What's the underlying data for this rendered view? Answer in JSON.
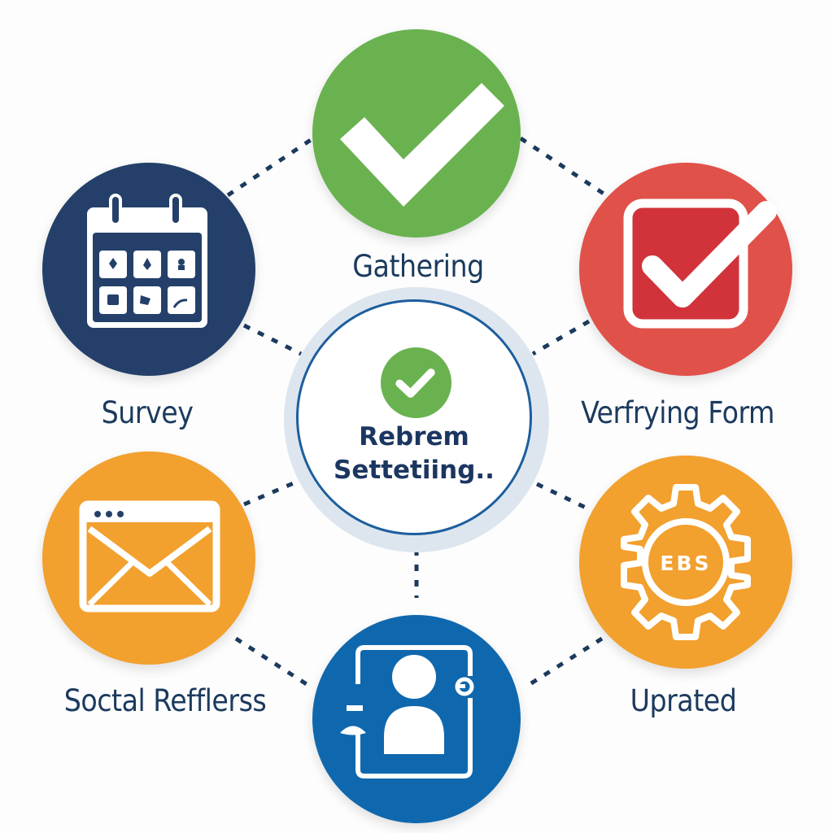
{
  "diagram": {
    "type": "hub-and-spoke",
    "colors": {
      "connector": "#1c3a5e",
      "label_text": "#1c3a5e",
      "green": "#6ab250",
      "navy": "#24406a",
      "red": "#e0514a",
      "red_inner": "#d2333b",
      "orange": "#f2a02e",
      "blue": "#0f68ae",
      "center_ring": "#1d5e9e"
    },
    "center": {
      "title_line1": "Rebrem",
      "title_line2": "Settetiing..",
      "icon": "check-circle-icon"
    },
    "nodes": [
      {
        "id": "gathering",
        "label": "Gathering",
        "icon": "checkmark-icon",
        "color": "#6ab250",
        "position": "top"
      },
      {
        "id": "verifying",
        "label": "Verfrying Form",
        "icon": "checkbox-checked-icon",
        "color": "#e0514a",
        "position": "top-right"
      },
      {
        "id": "uprated",
        "label": "Uprated",
        "icon": "gear-icon",
        "icon_text": "EBS",
        "color": "#f2a02e",
        "position": "bottom-right"
      },
      {
        "id": "profile",
        "label": "",
        "icon": "user-profile-icon",
        "color": "#0f68ae",
        "position": "bottom"
      },
      {
        "id": "social",
        "label": "Soctal Refflerss",
        "icon": "email-window-icon",
        "color": "#f2a02e",
        "position": "bottom-left"
      },
      {
        "id": "survey",
        "label": "Survey",
        "icon": "calendar-icon",
        "color": "#24406a",
        "position": "top-left"
      }
    ]
  }
}
